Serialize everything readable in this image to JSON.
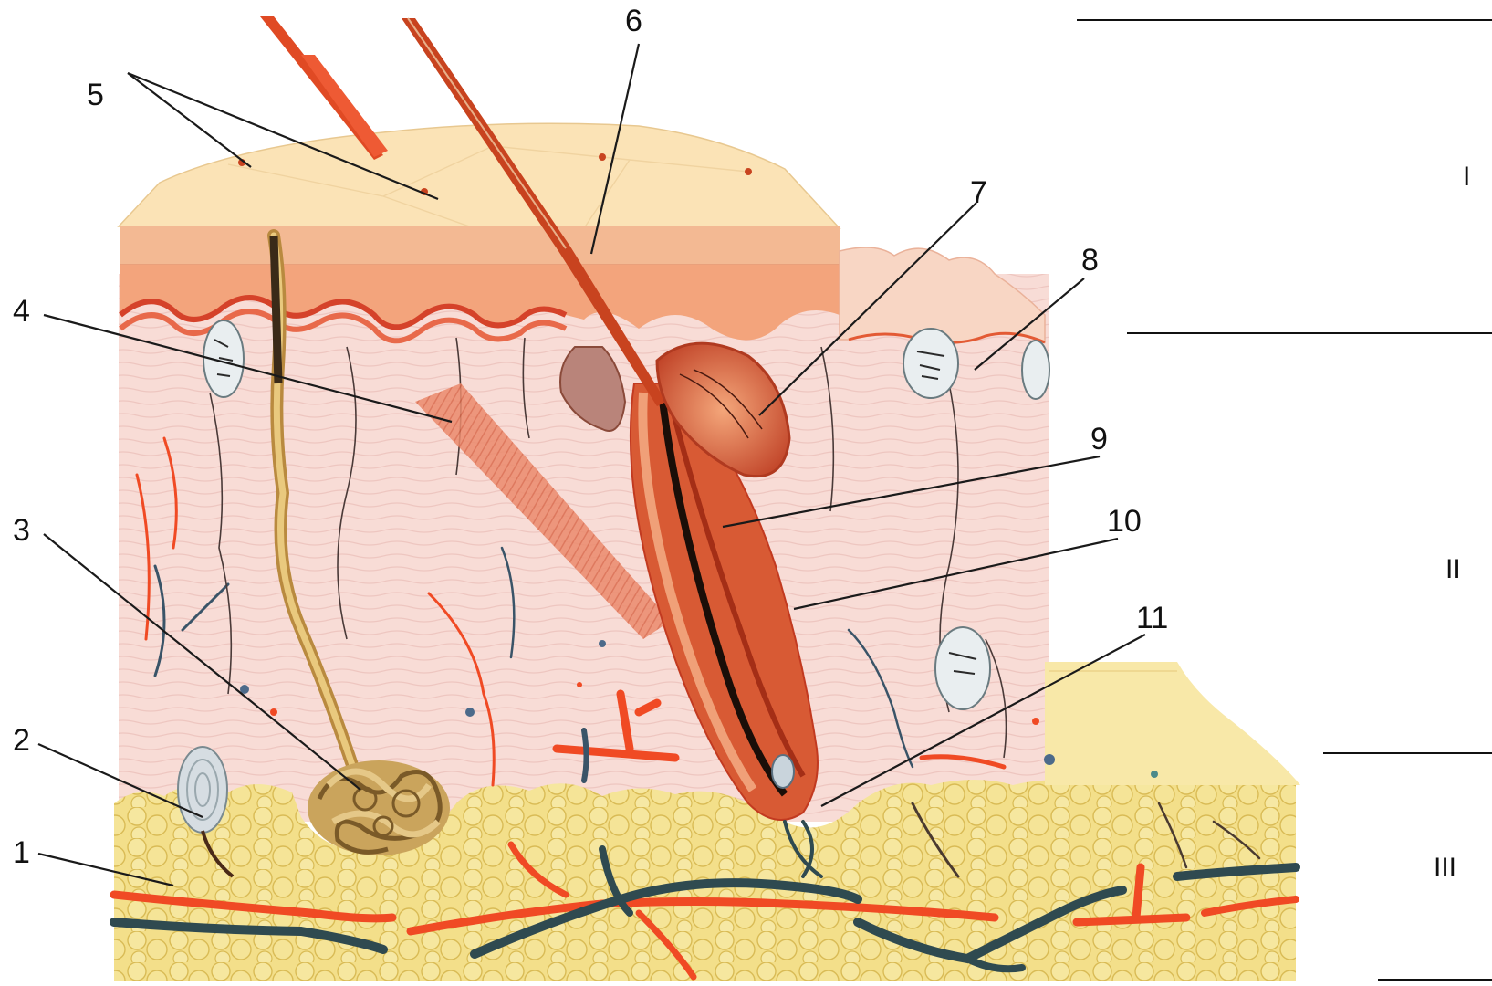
{
  "labels": [
    "1",
    "2",
    "3",
    "4",
    "5",
    "6",
    "7",
    "8",
    "9",
    "10",
    "11"
  ],
  "layers": [
    "I",
    "II",
    "III"
  ],
  "colors": {
    "epidermis_surface": "#fbe2b4",
    "stratum": "#f2a27a",
    "basal_line": "#e2552e",
    "dermis": "#f8dcd6",
    "hypodermis_fat": "#f3e08d",
    "artery": "#f04a24",
    "vein": "#2f4a50",
    "nerve": "#3b3b3b",
    "hair": "#c8431f",
    "sweat_gland": "#caa45c",
    "corpuscle": "#e9eef0"
  },
  "icons": [
    "hair-shaft",
    "sweat-gland-coil",
    "sebaceous-gland",
    "nerve-corpuscle"
  ]
}
